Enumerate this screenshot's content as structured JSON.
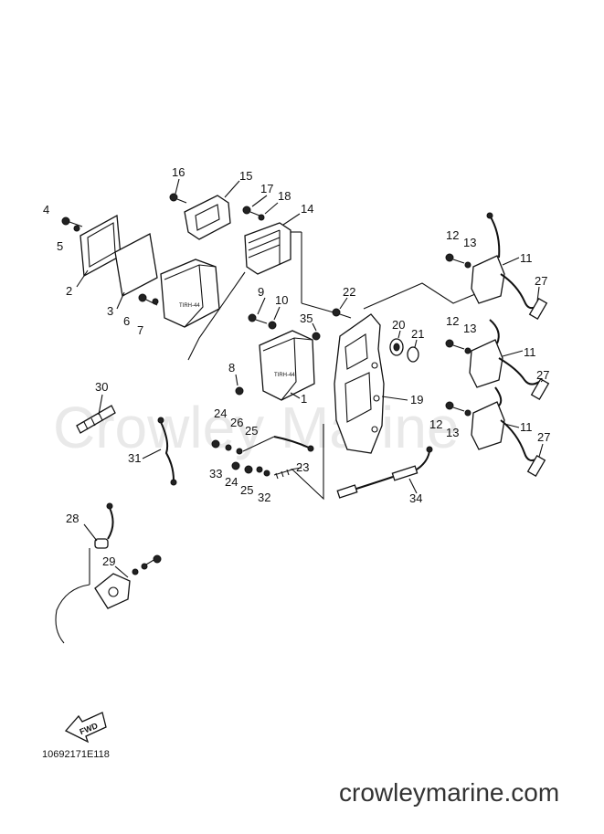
{
  "watermark": "Crowley Marine",
  "diagram_code": "10692171E118",
  "site_url": "crowleymarine.com",
  "fwd_arrow_text": "FWD",
  "parts": [
    "1",
    "2",
    "3",
    "4",
    "5",
    "6",
    "7",
    "8",
    "9",
    "10",
    "11",
    "12",
    "13",
    "14",
    "15",
    "16",
    "17",
    "18",
    "19",
    "20",
    "21",
    "22",
    "23",
    "24",
    "25",
    "26",
    "27",
    "28",
    "29",
    "30",
    "31",
    "32",
    "33",
    "34",
    "35"
  ],
  "callout_labels": [
    "16",
    "15",
    "17",
    "18",
    "14",
    "4",
    "5",
    "2",
    "3",
    "6",
    "7",
    "9",
    "10",
    "35",
    "22",
    "20",
    "21",
    "8",
    "1",
    "19",
    "12",
    "13",
    "11",
    "27",
    "12",
    "13",
    "11",
    "27",
    "12",
    "13",
    "11",
    "27",
    "30",
    "24",
    "26",
    "25",
    "31",
    "33",
    "24",
    "25",
    "32",
    "23",
    "34",
    "28",
    "29"
  ]
}
